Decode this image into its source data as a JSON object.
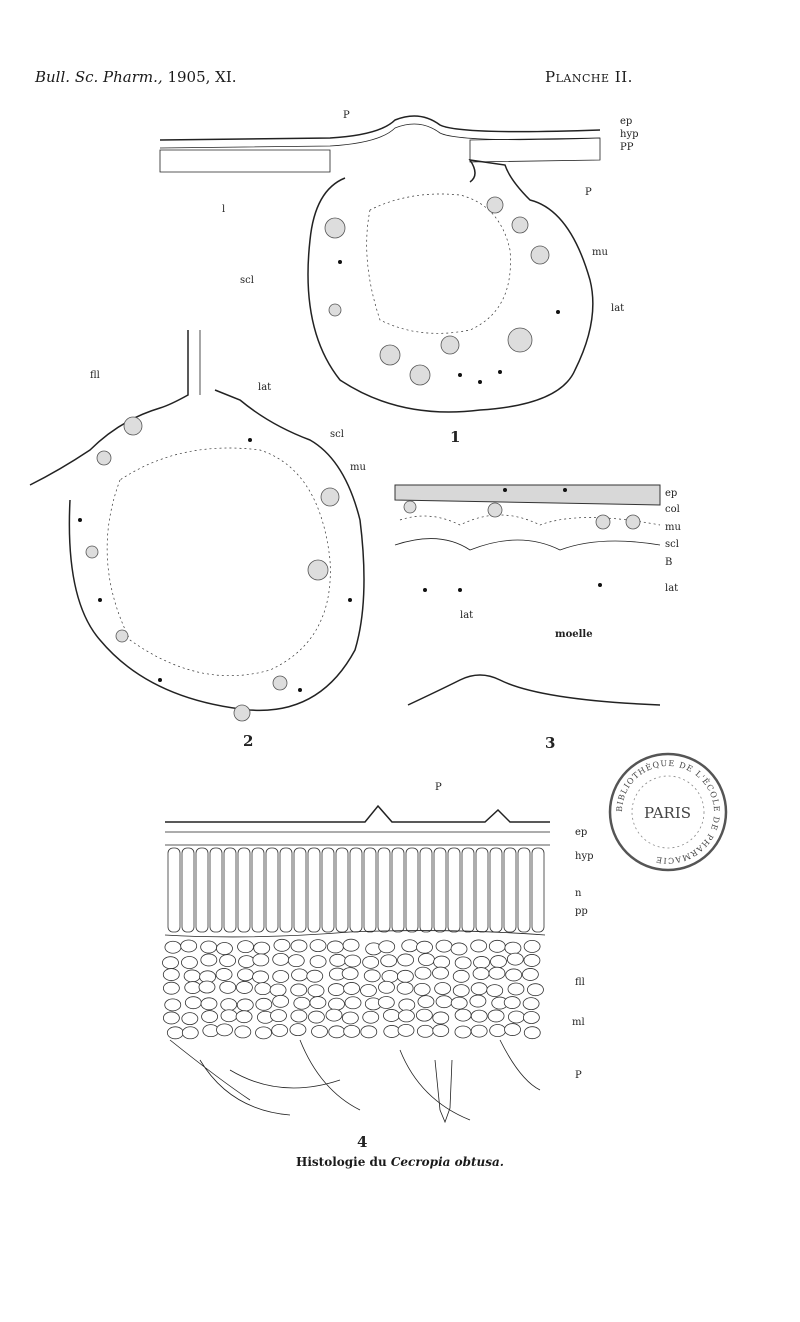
{
  "header": {
    "journal": "Bull. Sc. Pharm.,",
    "year_volume": "1905, XI.",
    "plate": "Planche II."
  },
  "figure1": {
    "number": "1",
    "labels": {
      "p_top": "P",
      "ep": "ep",
      "hyp": "hyp",
      "pp": "PP",
      "p_right": "P",
      "l": "l",
      "mu": "mu",
      "scl": "scl",
      "lat": "lat"
    }
  },
  "figure2": {
    "number": "2",
    "labels": {
      "fll": "fll",
      "lat": "lat",
      "scl": "scl",
      "mu": "mu"
    }
  },
  "figure3": {
    "number": "3",
    "labels": {
      "ep": "ep",
      "col": "col",
      "mu": "mu",
      "scl": "scl",
      "b": "B",
      "lat_right": "lat",
      "lat_bottom": "lat",
      "moelle": "moelle"
    }
  },
  "figure4": {
    "number": "4",
    "labels": {
      "p_top": "P",
      "ep": "ep",
      "hyp": "hyp",
      "n": "n",
      "pp": "pp",
      "fll": "fll",
      "ml": "ml",
      "p_bottom": "P"
    }
  },
  "caption": {
    "prefix": "Histologie du",
    "species": "Cecropia obtusa."
  },
  "stamp": {
    "ring_text": "BIBLIOTHÈQUE DE L'ÉCOLE DE PHARMACIE",
    "center": "PARIS"
  }
}
